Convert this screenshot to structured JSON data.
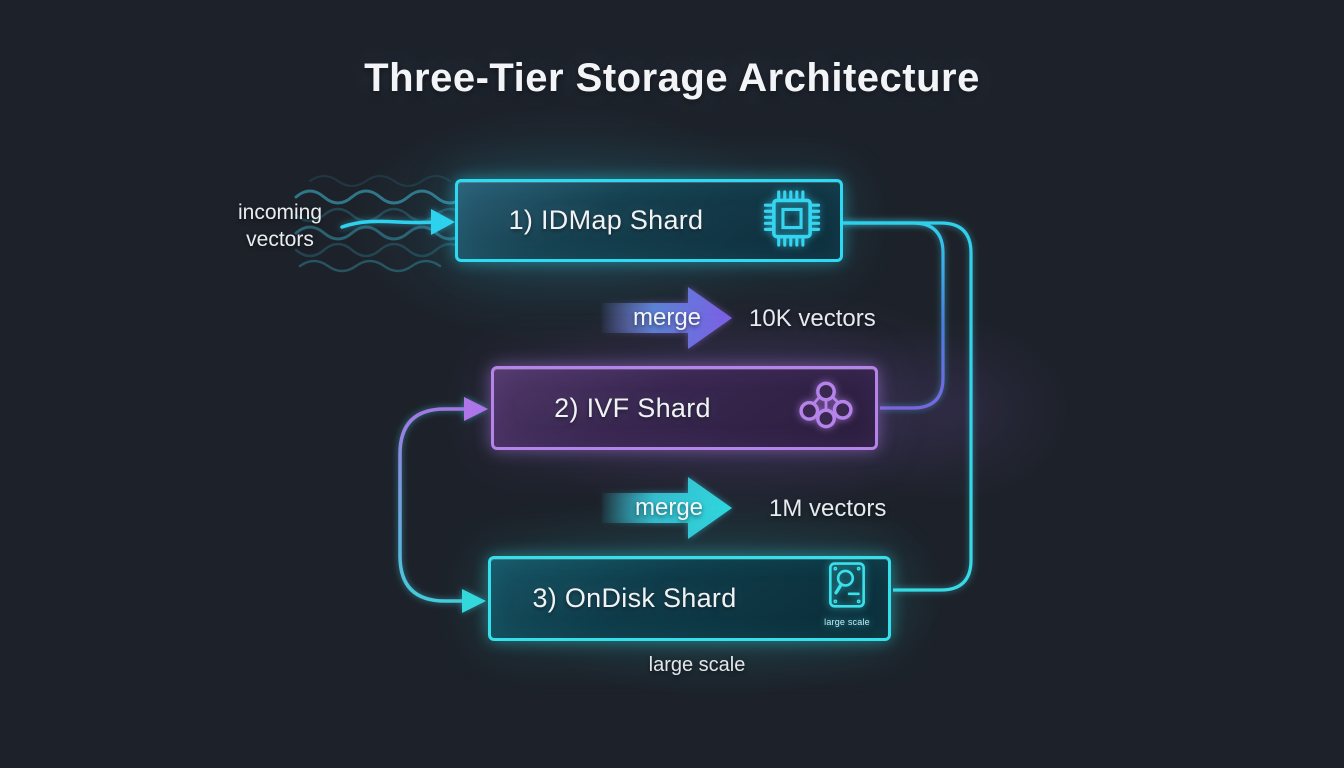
{
  "title": "Three-Tier Storage Architecture",
  "incoming_label": {
    "line1": "incoming",
    "line2": "vectors"
  },
  "nodes": [
    {
      "id": "idmap",
      "label": "1) IDMap Shard",
      "icon": "chip-icon",
      "accent": "#2fd9f2"
    },
    {
      "id": "ivf",
      "label": "2) IVF Shard",
      "icon": "cluster-icon",
      "accent": "#b583ea"
    },
    {
      "id": "ondisk",
      "label": "3) OnDisk Shard",
      "icon": "disk-search-icon",
      "accent": "#35e0ea",
      "icon_caption": "large scale"
    }
  ],
  "flows": [
    {
      "from": "idmap",
      "to": "ivf",
      "label": "merge",
      "annotation": "10K vectors",
      "color_start": "#5c86dc",
      "color_end": "#7d5fe6"
    },
    {
      "from": "ivf",
      "to": "ondisk",
      "label": "merge",
      "annotation": "1M vectors",
      "color_start": "#35c4d4",
      "color_end": "#2fd8de"
    }
  ],
  "footer_label": "large scale",
  "colors": {
    "background": "#1d222a",
    "text": "#eef1f4",
    "cyan": "#2fd9f2",
    "purple": "#b583ea",
    "teal": "#35e0ea"
  }
}
